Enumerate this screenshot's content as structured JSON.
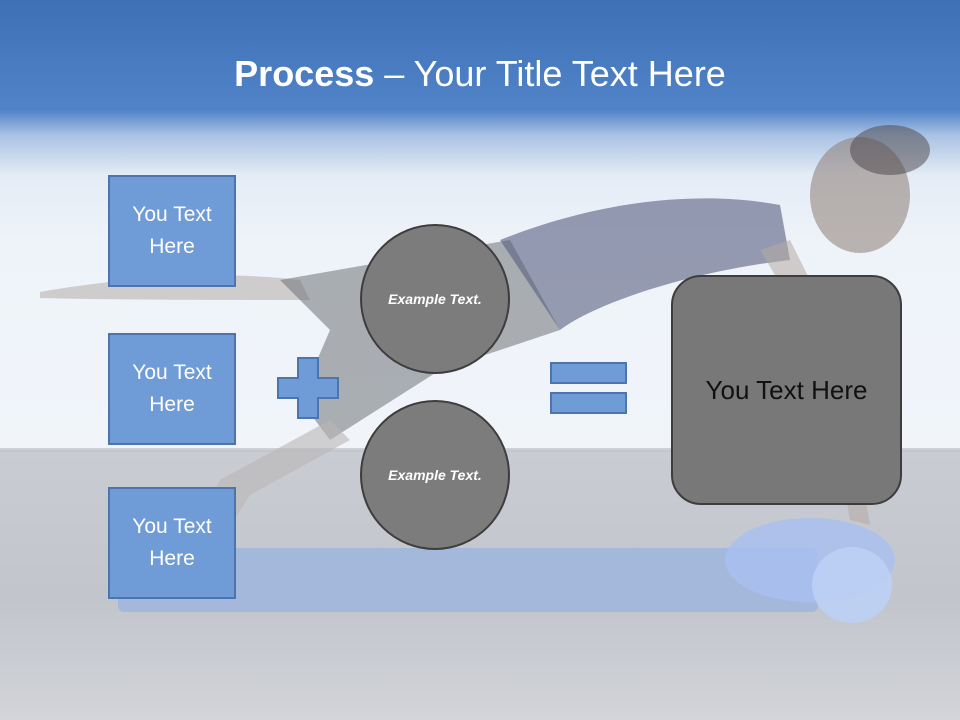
{
  "slide": {
    "title_bold": "Process",
    "title_rest": " – Your Title Text Here",
    "left_boxes": [
      "You Text Here",
      "You Text Here",
      "You Text Here"
    ],
    "circles": [
      "Example Text.",
      "Example Text."
    ],
    "result_text": "You Text Here"
  },
  "colors": {
    "box_fill": "#6f9bd6",
    "box_border": "#4d74ac",
    "circle_fill": "#7c7c7c",
    "result_fill": "#787878",
    "header": "#4a7cc3"
  },
  "icons": {
    "operator_1": "plus-sign",
    "operator_2": "equals-sign"
  }
}
